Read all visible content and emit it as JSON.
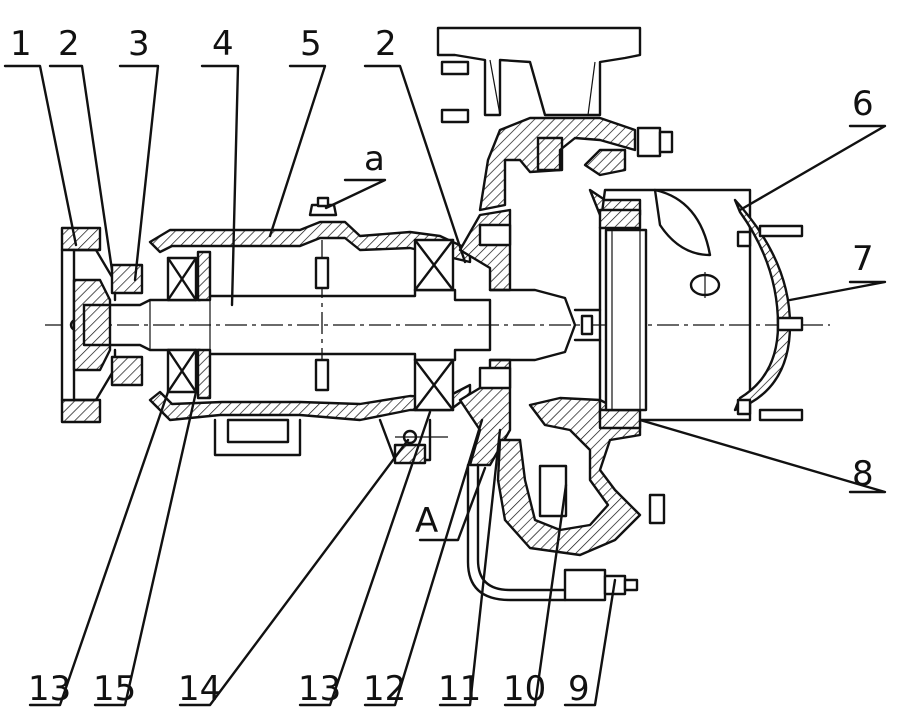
{
  "labels": {
    "top": [
      "1",
      "2",
      "3",
      "4",
      "5",
      "2"
    ],
    "top_left_small": "a",
    "right": [
      "6",
      "7",
      "8"
    ],
    "bottom": [
      "13",
      "15",
      "14",
      "13",
      "12",
      "11",
      "10",
      "9"
    ],
    "section_mark": "A"
  }
}
